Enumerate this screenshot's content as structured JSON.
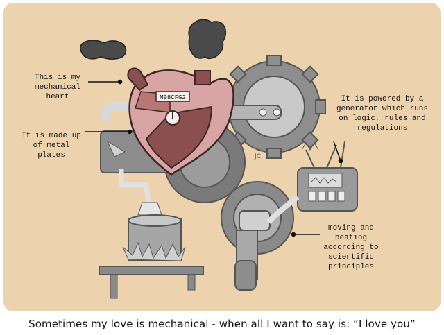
{
  "annotations": {
    "heart": "This is my\nmechanical\nheart",
    "plates": "It is made up\nof metal\nplates",
    "generator": "It is powered by a\ngenerator which runs\non logic, rules and\nregulations",
    "moving": "moving and\nbeating\naccording to\nscientific\nprinciples"
  },
  "heart_tag": "M98CFG2",
  "artist_mark": "JC",
  "caption": "Sometimes my love is mechanical - when all I want to say is: “I love you”",
  "colors": {
    "background": "#ecd3ad",
    "machine_gray": "#9a9a9a",
    "heart_red": "#8c4f4f",
    "heart_pink": "#d9a4a4",
    "smoke": "#4a4a4a"
  }
}
